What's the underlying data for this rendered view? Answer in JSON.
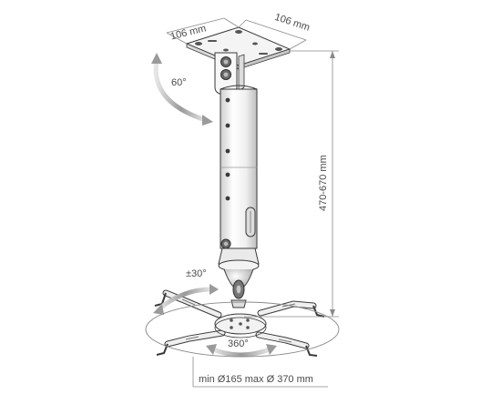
{
  "labels": {
    "width_a": "106 mm",
    "width_b": "106 mm",
    "tilt": "60°",
    "height_range": "470-670 mm",
    "swivel": "±30°",
    "rotation": "360°",
    "diameter_range": "min Ø165 max Ø 370 mm"
  },
  "colors": {
    "line": "#3a3a3a",
    "dim_line": "#8a8a8a",
    "arrow_fill": "#9a9a9a",
    "metal_light": "#f2f2f2",
    "metal_mid": "#d8d8d8",
    "metal_dark": "#555555"
  }
}
